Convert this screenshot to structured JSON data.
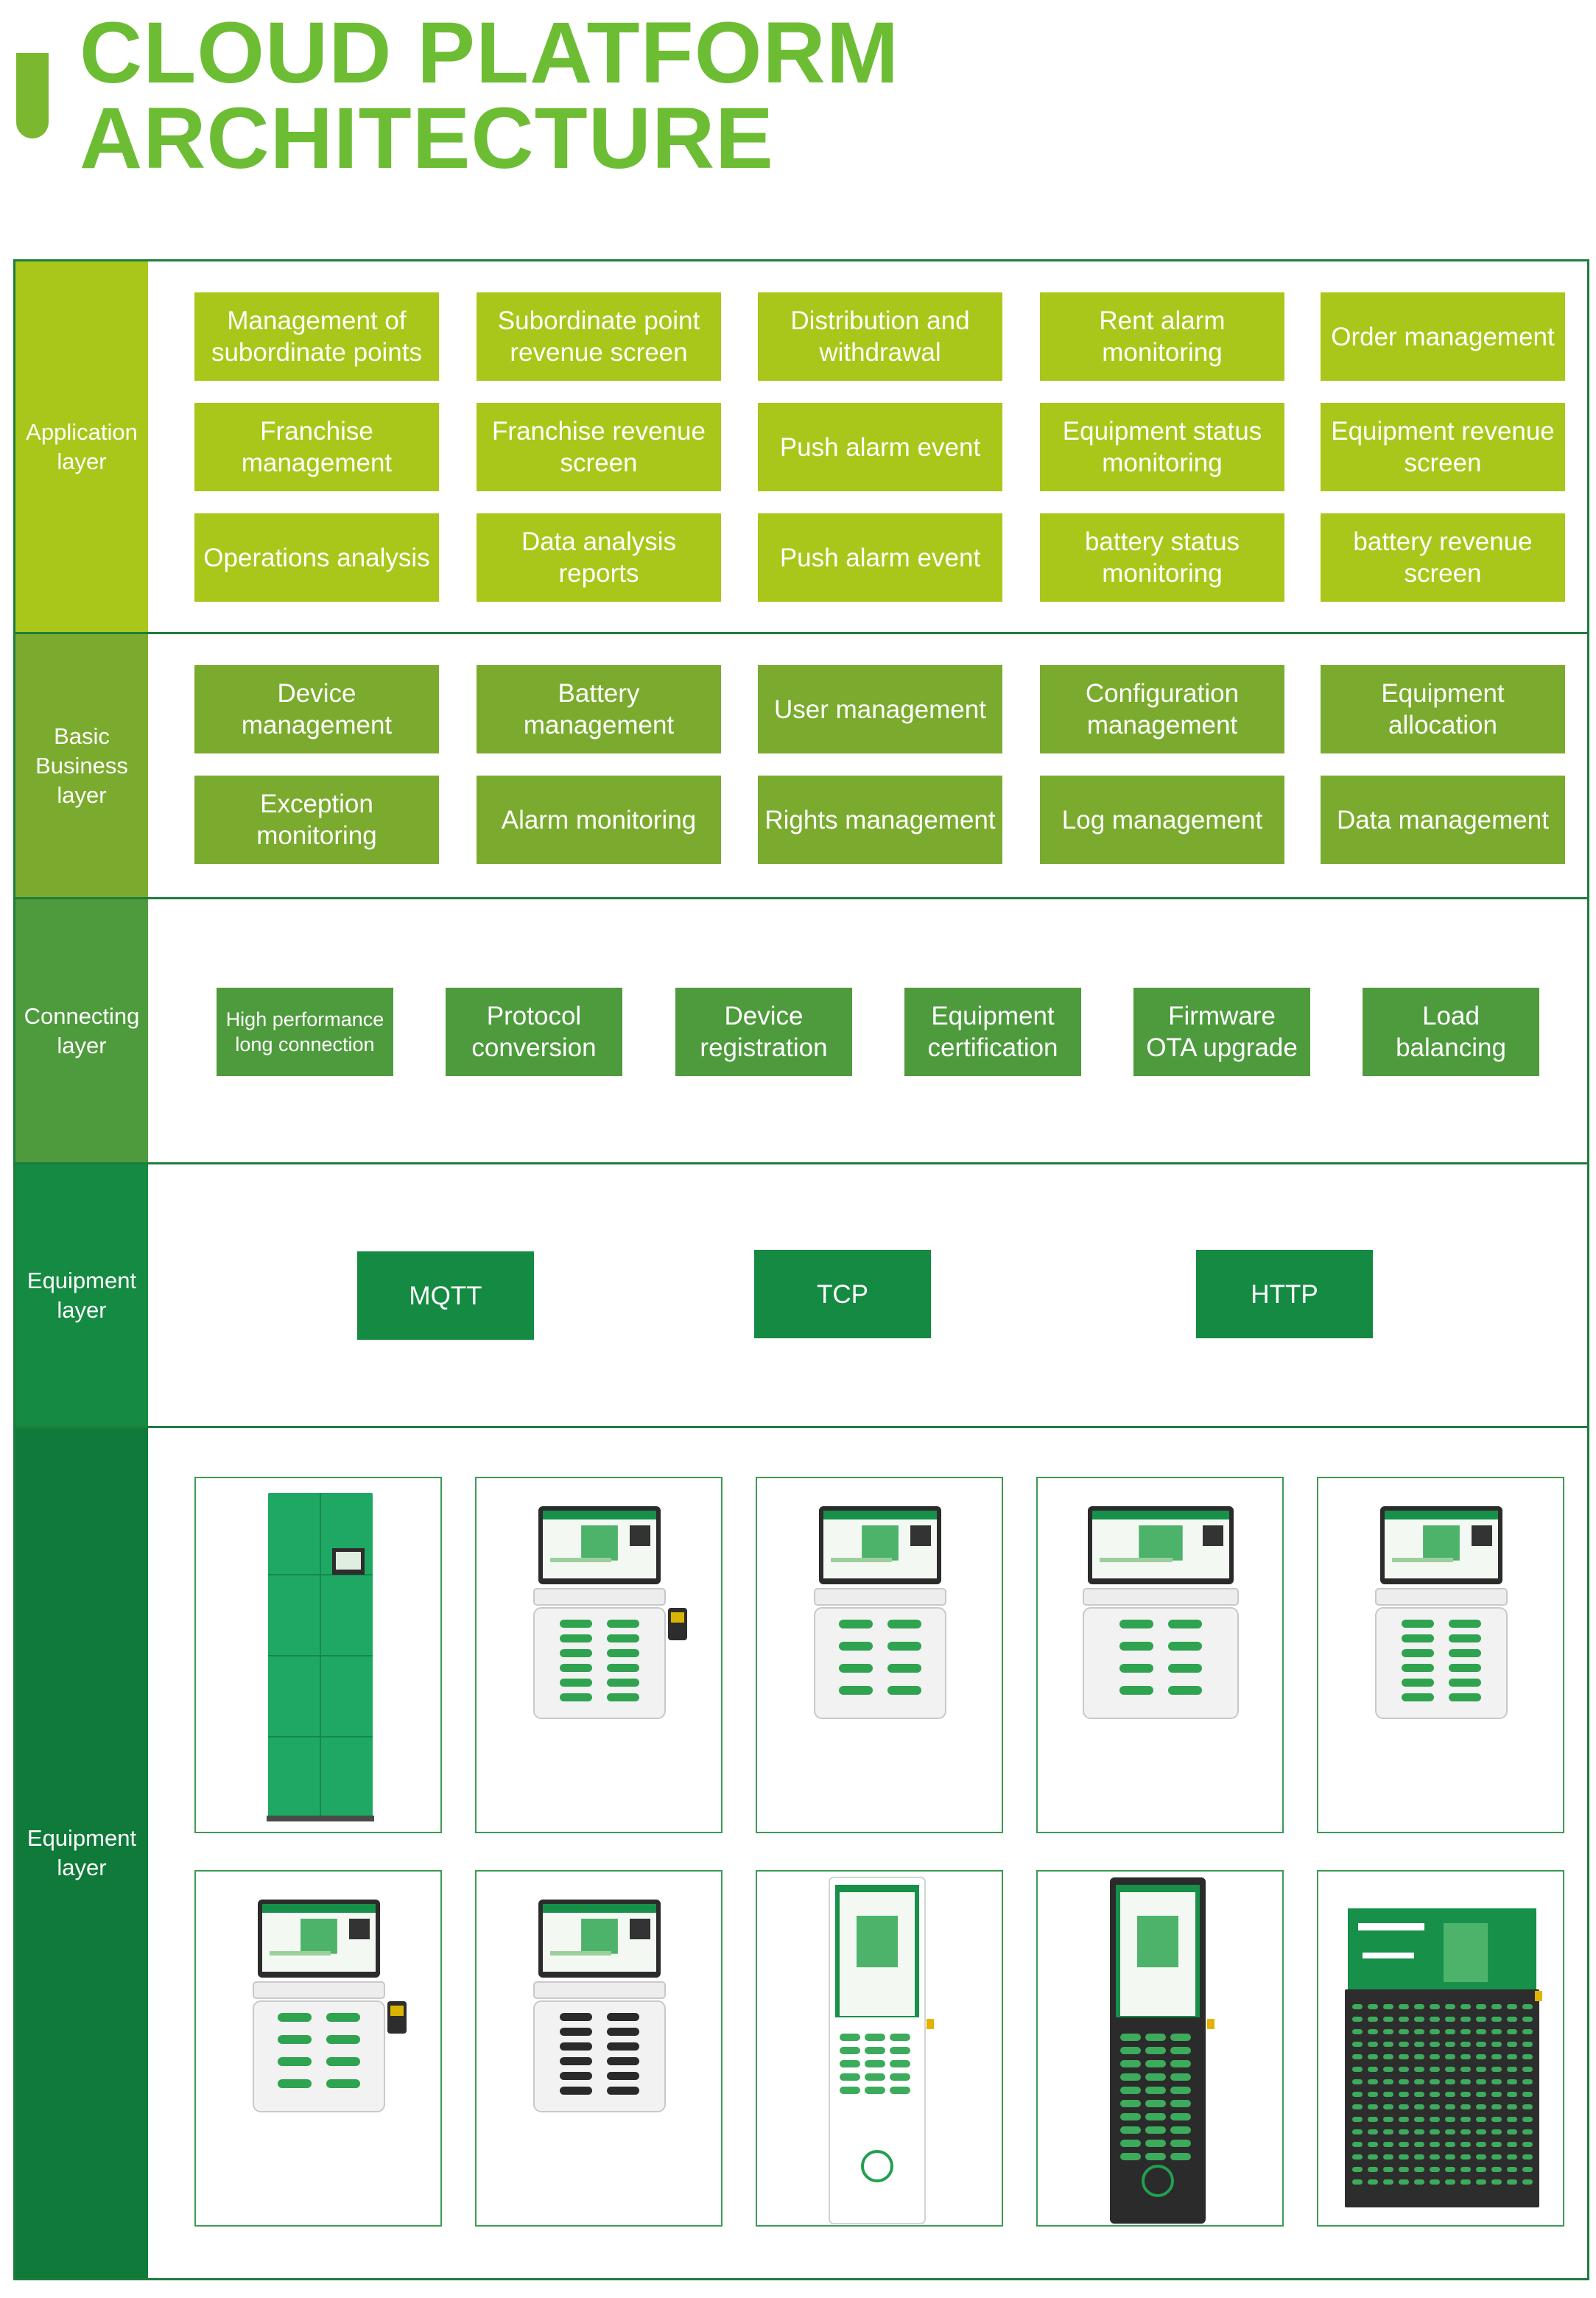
{
  "title": [
    "CLOUD PLATFORM",
    "ARCHITECTURE"
  ],
  "colors": {
    "title": "#6cbd34",
    "application": "#a9c71a",
    "business": "#7bab2e",
    "connecting": "#4e9b3d",
    "equipment": "#148a42",
    "devices": "#0f7a3a",
    "border": "#1e7d3d"
  },
  "layers": [
    {
      "label": "Application layer",
      "items": [
        "Management of subordinate points",
        "Subordinate point revenue screen",
        "Distribution and withdrawal",
        "Rent alarm monitoring",
        "Order management",
        "Franchise management",
        "Franchise revenue screen",
        "Push alarm event",
        "Equipment status monitoring",
        "Equipment revenue screen",
        "Operations analysis",
        "Data analysis reports",
        "Push alarm event",
        "battery status monitoring",
        "battery revenue screen"
      ]
    },
    {
      "label": "Basic Business layer",
      "items": [
        "Device management",
        "Battery management",
        "User management",
        "Configuration management",
        "Equipment allocation",
        "Exception monitoring",
        "Alarm monitoring",
        "Rights management",
        "Log management",
        "Data management"
      ]
    },
    {
      "label": "Connecting layer",
      "items": [
        "High performance long connection",
        "Protocol conversion",
        "Device registration",
        "Equipment certification",
        "Firmware OTA upgrade",
        "Load balancing"
      ]
    },
    {
      "label": "Equipment layer",
      "items": [
        "MQTT",
        "TCP",
        "HTTP"
      ]
    },
    {
      "label": "Equipment layer",
      "devices": [
        {
          "kind": "locker-cabinet"
        },
        {
          "kind": "screen-station-12-slot-reader"
        },
        {
          "kind": "screen-station-8-slot"
        },
        {
          "kind": "screen-station-8-slot-wide"
        },
        {
          "kind": "screen-station-12-slot"
        },
        {
          "kind": "screen-station-8-slot-reader"
        },
        {
          "kind": "screen-station-12-slot-dark"
        },
        {
          "kind": "totem-white"
        },
        {
          "kind": "totem-dark"
        },
        {
          "kind": "wall-cabinet-dark"
        }
      ]
    }
  ]
}
